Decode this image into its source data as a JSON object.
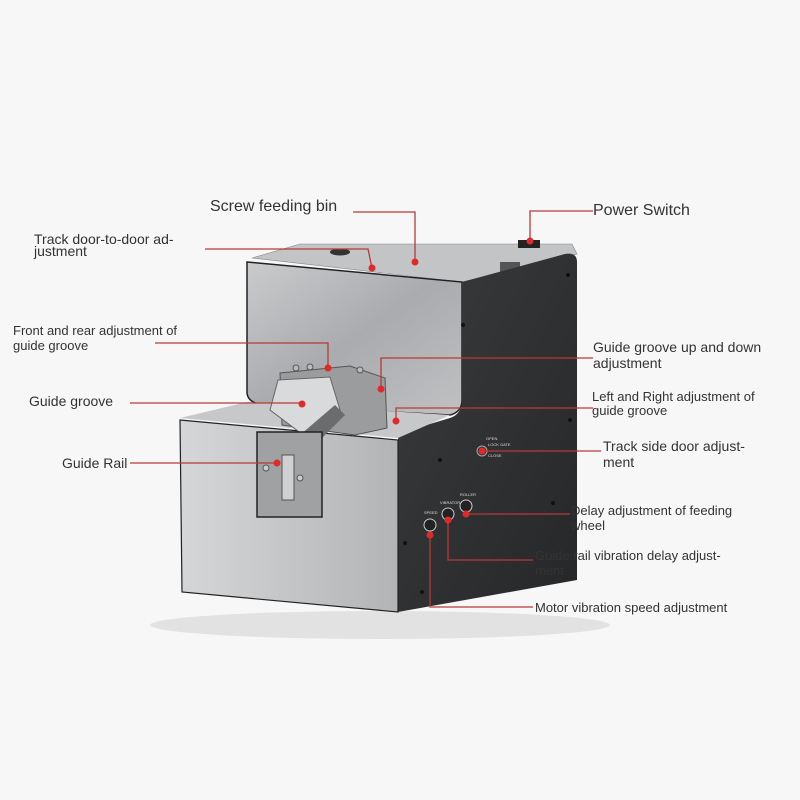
{
  "colors": {
    "background": "#f7f7f7",
    "leader": "#b83a36",
    "dot": "#e02a2a",
    "silver": "#b9bbbd",
    "dark_panel": "#2e2f31"
  },
  "machine": {
    "panel_labels": {
      "speed": "SPEED",
      "vibrator": "VIBRATOR",
      "roller": "ROLLER",
      "gate_open": "OPEN",
      "gate_lock": "LOCK GATE",
      "gate_close": "CLOSE"
    }
  },
  "labels": {
    "screw_feeding_bin": "Screw feeding bin",
    "track_door": [
      "Track door-to-door ad-",
      "justment"
    ],
    "power_switch": "Power Switch",
    "front_rear": [
      "Front and rear adjustment of",
      "guide groove"
    ],
    "guide_groove": "Guide groove",
    "guide_rail": "Guide Rail",
    "up_down": [
      "Guide groove up and down",
      "adjustment"
    ],
    "left_right": [
      "Left and Right adjustment of",
      "guide groove"
    ],
    "track_side_door": [
      "Track side door adjust-",
      "ment"
    ],
    "delay_feeding_wheel": [
      "Delay adjustment of feeding",
      "wheel"
    ],
    "rail_vibration_delay": [
      "Guide rail vibration delay adjust-",
      "ment"
    ],
    "motor_vibration_speed": "Motor vibration speed adjustment"
  }
}
